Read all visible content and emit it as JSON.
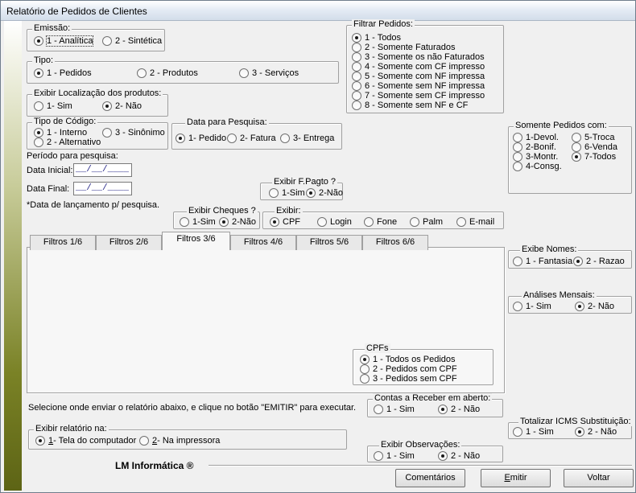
{
  "window": {
    "title": "Relatório de Pedidos de Clientes"
  },
  "emissao": {
    "label": "Emissão:",
    "o1": "1 - Analítica",
    "o2": "2 - Sintética"
  },
  "tipo": {
    "label": "Tipo:",
    "o1": "1 - Pedidos",
    "o2": "2 - Produtos",
    "o3": "3 - Serviços"
  },
  "localizacao": {
    "label": "Exibir Localização dos produtos:",
    "o1": "1- Sim",
    "o2": "2- Não"
  },
  "codigo": {
    "label": "Tipo de Código:",
    "o1": "1 -  Interno",
    "o2": "2 - Alternativo",
    "o3": "3 - Sinônimo"
  },
  "datapesquisa": {
    "label": "Data para Pesquisa:",
    "o1": "1- Pedido",
    "o2": "2- Fatura",
    "o3": "3- Entrega"
  },
  "periodo": {
    "label": "Período para pesquisa:",
    "inicial_label": "Data Inicial:",
    "final_label": "Data Final:",
    "inicial_value": "__/__/____",
    "final_value": "__/__/____",
    "note": "*Data de lançamento p/ pesquisa."
  },
  "filtrar": {
    "label": "Filtrar Pedidos:",
    "items": [
      "1 - Todos",
      "2 - Somente Faturados",
      "3 - Somente os não Faturados",
      "4 - Somente com CF impresso",
      "5 - Somente com NF impressa",
      "6 - Somente sem NF impressa",
      "7 - Somente sem CF impresso",
      "8 - Somente sem NF e CF"
    ]
  },
  "somente": {
    "label": "Somente Pedidos com:",
    "items": [
      "1-Devol.",
      "2-Bonif.",
      "3-Montr.",
      "4-Consg.",
      "5-Troca",
      "6-Venda",
      "7-Todos"
    ]
  },
  "fpagto": {
    "label": "Exibir F.Pagto ?",
    "o1": "1-Sim",
    "o2": "2-Não"
  },
  "cheques": {
    "label": "Exibir Cheques ?",
    "o1": "1-Sim",
    "o2": "2-Não"
  },
  "exibir": {
    "label": "Exibir:",
    "items": [
      "CPF",
      "Login",
      "Fone",
      "Palm",
      "E-mail"
    ]
  },
  "tabs": [
    "Filtros 1/6",
    "Filtros 2/6",
    "Filtros 3/6",
    "Filtros 4/6",
    "Filtros 5/6",
    "Filtros 6/6"
  ],
  "cpfs": {
    "label": "CPFs",
    "items": [
      "1 - Todos os Pedidos",
      "2 - Pedidos com CPF",
      "3 - Pedidos sem CPF"
    ]
  },
  "nomes": {
    "label": "Exibe Nomes:",
    "o1": "1 - Fantasia",
    "o2": "2 - Razao"
  },
  "analises": {
    "label": "Análises Mensais:",
    "o1": "1- Sim",
    "o2": "2- Não"
  },
  "instrucao": "Selecione onde enviar o relatório abaixo, e clique no botão \"EMITIR\" para executar.",
  "contas": {
    "label": "Contas a Receber em aberto:",
    "o1": "1 - Sim",
    "o2": "2 - Não"
  },
  "icms": {
    "label": "Totalizar ICMS Substituição:",
    "o1": "1 - Sim",
    "o2": "2 - Não"
  },
  "relatorio": {
    "label": "Exibir relatório na:",
    "o1_key": "1",
    "o1_rest": " - Tela do computador",
    "o2_key": "2",
    "o2_rest": " - Na impressora"
  },
  "observacoes": {
    "label": "Exibir Observações:",
    "o1": "1 - Sim",
    "o2": "2 - Não"
  },
  "footer": {
    "brand": "LM Informática ®",
    "btn_comentarios": "Comentários",
    "btn_emitir_key": "E",
    "btn_emitir_rest": "mitir",
    "btn_voltar": "Voltar"
  }
}
